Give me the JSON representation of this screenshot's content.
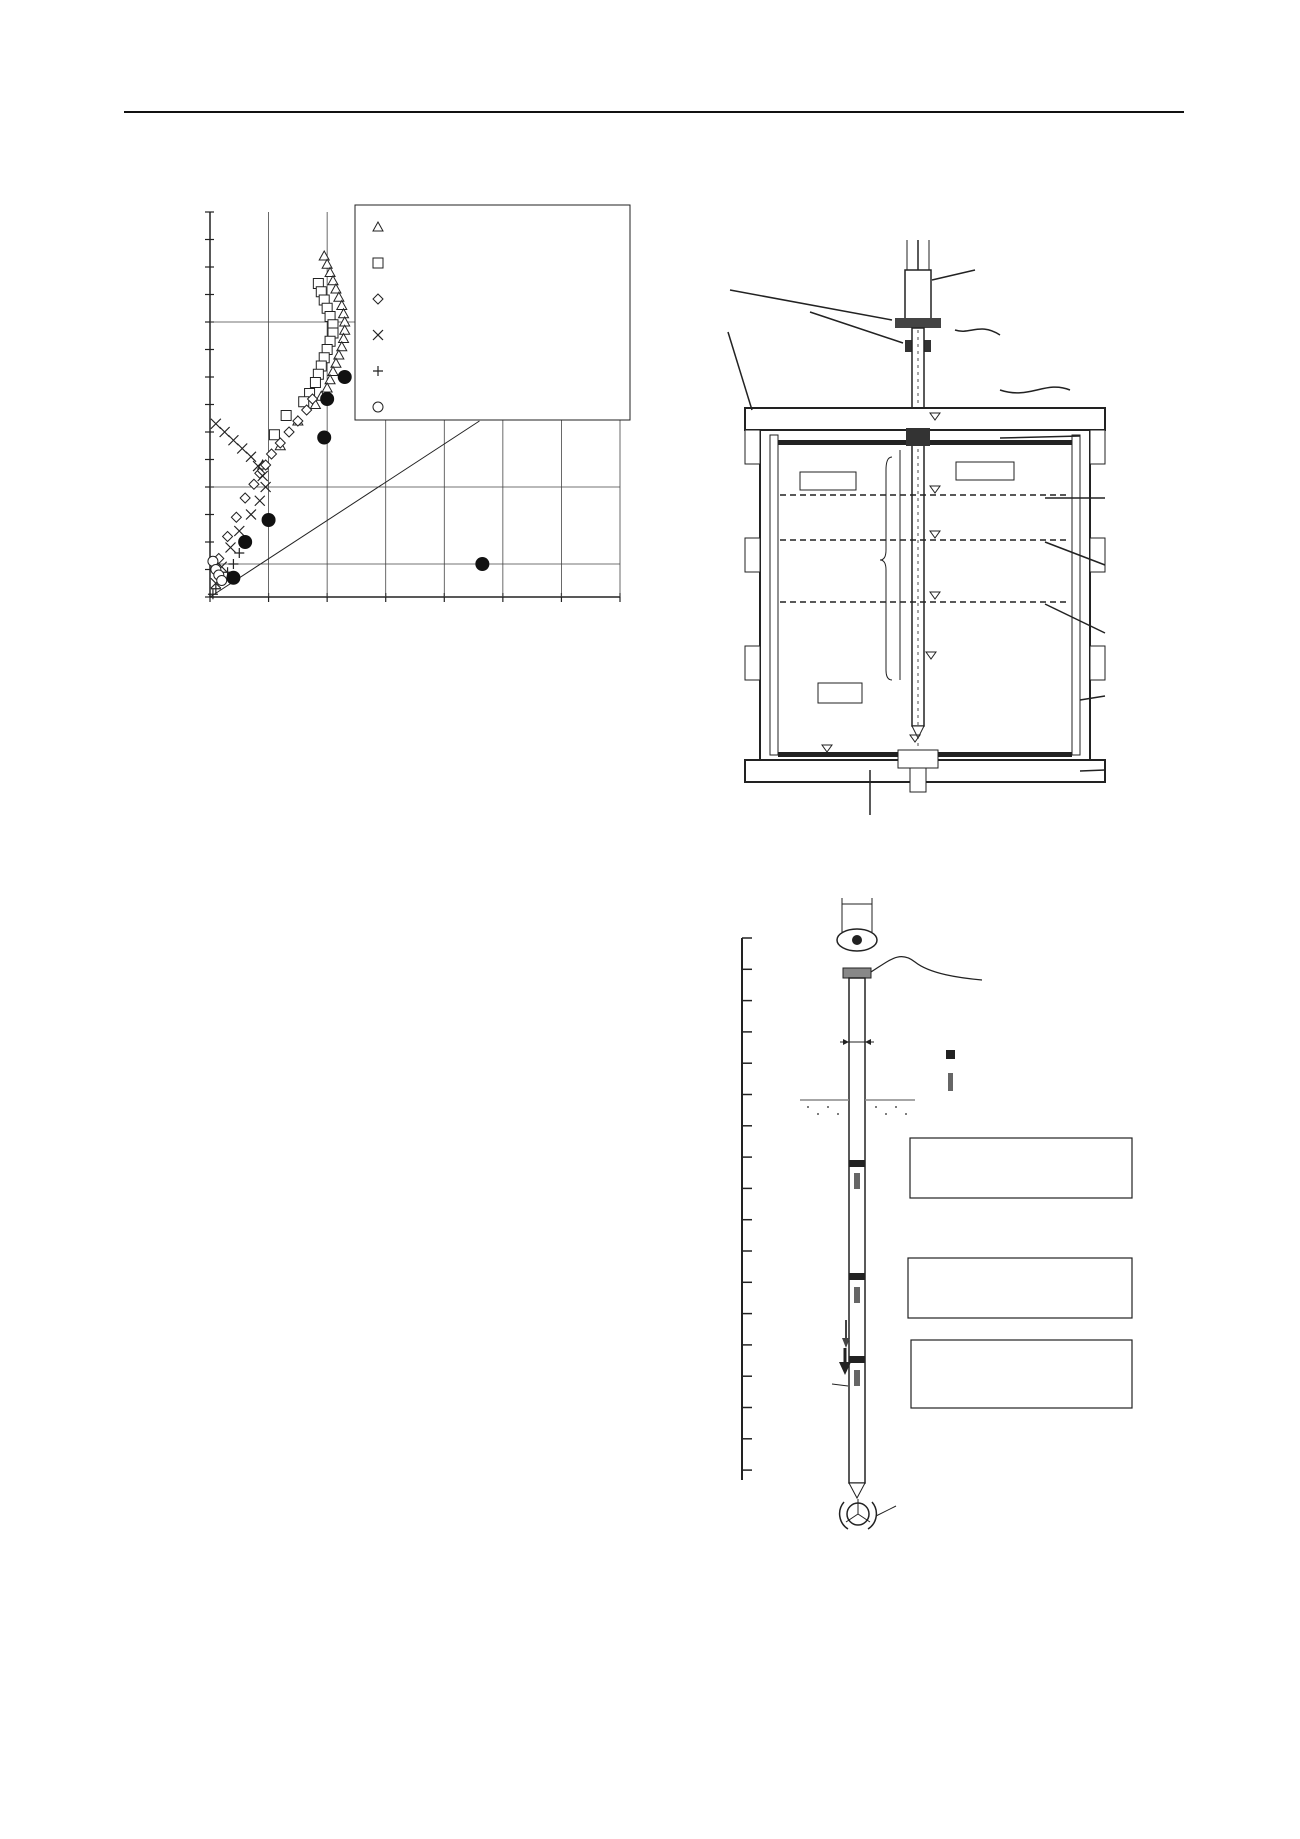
{
  "chart_data": {
    "type": "scatter",
    "title": "",
    "xlabel": "",
    "ylabel": "",
    "grid": true,
    "legend_placement": "top-right",
    "legend_markers": [
      "triangle",
      "square",
      "diamond",
      "cross",
      "plus",
      "circle"
    ],
    "series": [
      {
        "marker": "triangle",
        "points": [
          [
            1.95,
            6.2
          ],
          [
            2.0,
            6.05
          ],
          [
            2.05,
            5.9
          ],
          [
            2.1,
            5.75
          ],
          [
            2.15,
            5.6
          ],
          [
            2.2,
            5.45
          ],
          [
            2.25,
            5.3
          ],
          [
            2.28,
            5.15
          ],
          [
            2.3,
            5.0
          ],
          [
            2.3,
            4.85
          ],
          [
            2.28,
            4.7
          ],
          [
            2.25,
            4.55
          ],
          [
            2.2,
            4.4
          ],
          [
            2.15,
            4.25
          ],
          [
            2.1,
            4.1
          ],
          [
            2.05,
            3.95
          ],
          [
            2.0,
            3.8
          ],
          [
            1.9,
            3.65
          ],
          [
            1.8,
            3.5
          ],
          [
            1.5,
            3.2
          ],
          [
            1.2,
            2.75
          ],
          [
            0.9,
            2.4
          ]
        ]
      },
      {
        "marker": "square",
        "points": [
          [
            1.85,
            5.7
          ],
          [
            1.9,
            5.55
          ],
          [
            1.95,
            5.4
          ],
          [
            2.0,
            5.25
          ],
          [
            2.05,
            5.1
          ],
          [
            2.1,
            4.95
          ],
          [
            2.1,
            4.8
          ],
          [
            2.05,
            4.65
          ],
          [
            2.0,
            4.5
          ],
          [
            1.95,
            4.35
          ],
          [
            1.9,
            4.2
          ],
          [
            1.85,
            4.05
          ],
          [
            1.8,
            3.9
          ],
          [
            1.7,
            3.7
          ],
          [
            1.6,
            3.55
          ],
          [
            1.3,
            3.3
          ],
          [
            1.1,
            2.95
          ]
        ]
      },
      {
        "marker": "diamond",
        "points": [
          [
            1.75,
            3.6
          ],
          [
            1.65,
            3.4
          ],
          [
            1.5,
            3.2
          ],
          [
            1.35,
            3.0
          ],
          [
            1.2,
            2.8
          ],
          [
            1.05,
            2.6
          ],
          [
            0.95,
            2.4
          ],
          [
            0.85,
            2.25
          ],
          [
            0.75,
            2.05
          ],
          [
            0.6,
            1.8
          ],
          [
            0.45,
            1.45
          ],
          [
            0.3,
            1.1
          ],
          [
            0.15,
            0.7
          ]
        ]
      },
      {
        "marker": "cross",
        "points": [
          [
            0.1,
            3.15
          ],
          [
            0.25,
            3.0
          ],
          [
            0.4,
            2.85
          ],
          [
            0.55,
            2.7
          ],
          [
            0.7,
            2.55
          ],
          [
            0.82,
            2.38
          ],
          [
            0.9,
            2.2
          ],
          [
            0.95,
            2.0
          ],
          [
            0.85,
            1.75
          ],
          [
            0.7,
            1.5
          ],
          [
            0.5,
            1.2
          ],
          [
            0.35,
            0.9
          ],
          [
            0.2,
            0.55
          ],
          [
            0.1,
            0.25
          ]
        ]
      },
      {
        "marker": "plus",
        "points": [
          [
            0.6,
            1.0
          ],
          [
            0.5,
            0.8
          ],
          [
            0.4,
            0.6
          ],
          [
            0.3,
            0.45
          ],
          [
            0.2,
            0.3
          ],
          [
            0.1,
            0.15
          ],
          [
            0.05,
            0.05
          ]
        ]
      },
      {
        "marker": "circle",
        "points": [
          [
            0.05,
            0.65
          ],
          [
            0.1,
            0.5
          ],
          [
            0.15,
            0.4
          ],
          [
            0.2,
            0.3
          ]
        ]
      },
      {
        "marker": "filled-circle",
        "points": [
          [
            2.3,
            4.0
          ],
          [
            2.0,
            3.6
          ],
          [
            1.95,
            2.9
          ],
          [
            1.0,
            1.4
          ],
          [
            0.6,
            1.0
          ],
          [
            0.4,
            0.35
          ],
          [
            4.65,
            0.6
          ]
        ]
      }
    ]
  },
  "colors": {
    "ink": "#222222",
    "rule": "#111111",
    "grid": "#333333"
  }
}
